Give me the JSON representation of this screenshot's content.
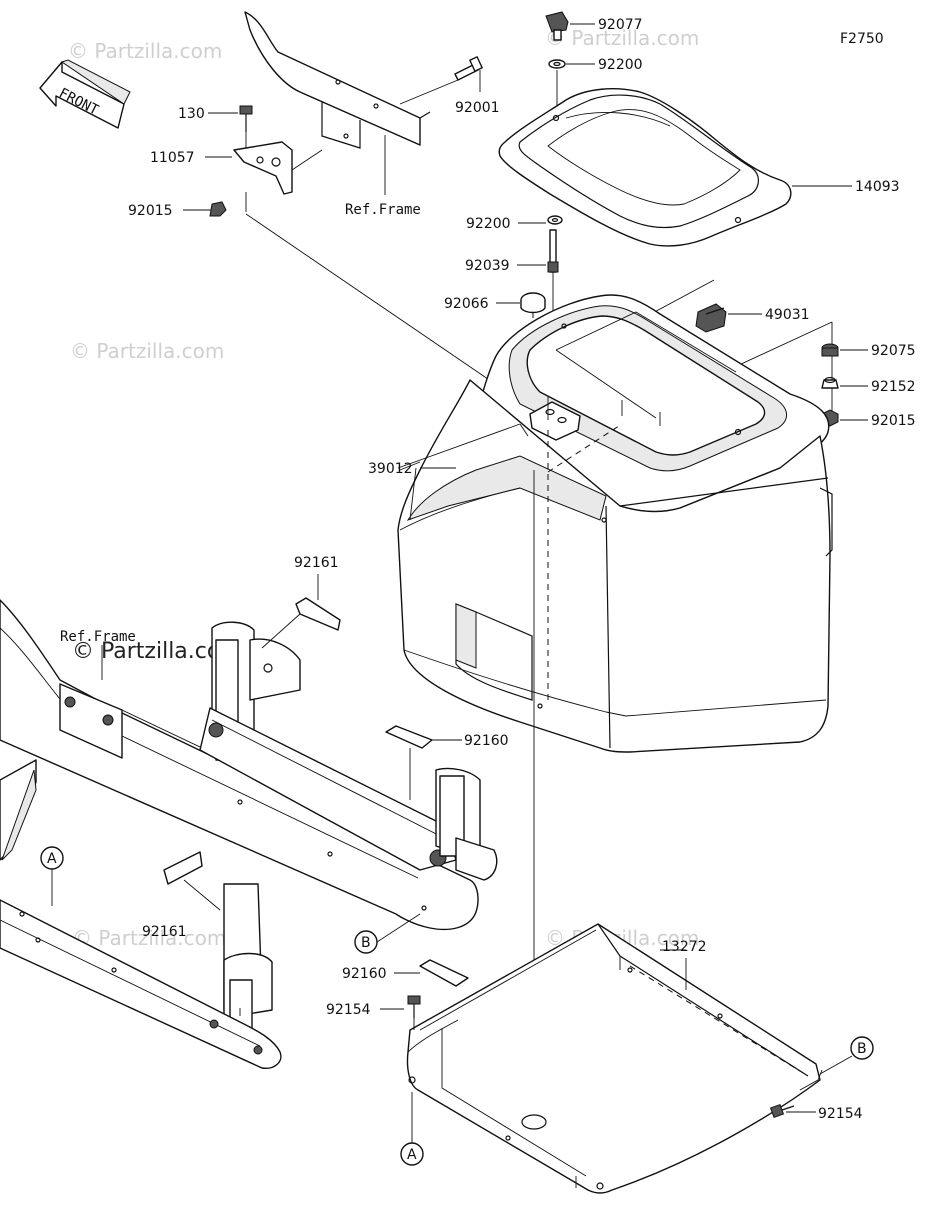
{
  "figure_code": "F2750",
  "front_label": "FRONT",
  "watermark": "© Partzilla.com",
  "ref_frame_label": "Ref.Frame",
  "callouts": {
    "p92077": "92077",
    "p92200_top": "92200",
    "p92001": "92001",
    "p130": "130",
    "p11057": "11057",
    "p92015_left": "92015",
    "p14093": "14093",
    "p92200_mid": "92200",
    "p92039": "92039",
    "p92066": "92066",
    "p49031": "49031",
    "p92075": "92075",
    "p92152": "92152",
    "p92015_right": "92015",
    "p39012": "39012",
    "p92161_top": "92161",
    "p92160_mid": "92160",
    "p92161_bottom": "92161",
    "p13272": "13272",
    "p92160_bottom": "92160",
    "p92154_left": "92154",
    "p92154_right": "92154"
  },
  "reference_marks": {
    "a_left": "A",
    "b_left": "B",
    "b_right": "B",
    "a_bottom": "A"
  }
}
